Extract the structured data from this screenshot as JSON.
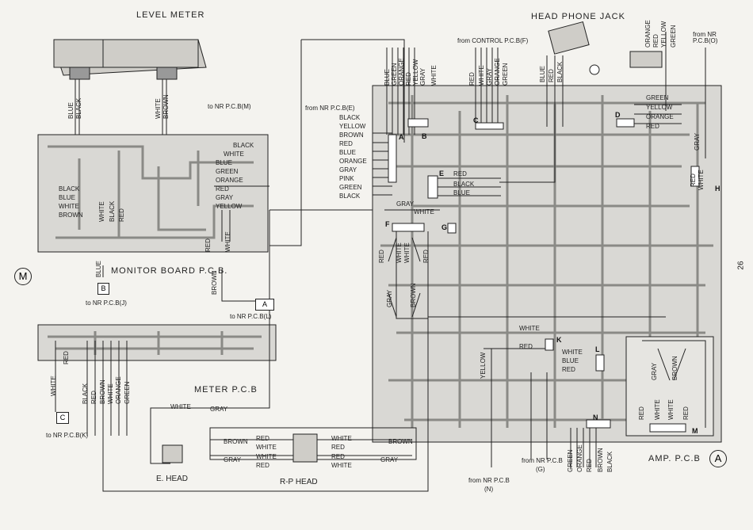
{
  "titles": {
    "level_meter": "LEVEL METER",
    "head_phone_jack": "HEAD PHONE JACK",
    "monitor_board": "MONITOR BOARD P.C.B.",
    "meter_pcb": "METER P.C.B",
    "amp_pcb": "AMP. P.C.B",
    "e_head": "E. HEAD",
    "rp_head": "R-P HEAD",
    "page_number": "26"
  },
  "refs": {
    "to_nr_m": "to NR P.C.B(M)",
    "from_control_f": "from CONTROL P.C.B(F)",
    "from_nr_e": "from NR P.C.B(E)",
    "from_nr_o": "from NR P.C.B(O)",
    "to_nr_j": "to NR P.C.B(J)",
    "to_nr_l": "to NR P.C.B(L)",
    "to_nr_k": "to NR P.C.B(K)",
    "from_nr_g": "from NR P.C.B",
    "from_nr_g_letter": "(G)",
    "from_nr_n": "from NR P.C.B",
    "from_nr_n_letter": "(N)"
  },
  "markers": {
    "m": "M",
    "a": "A",
    "b": "B",
    "c": "C",
    "a_conn": "A",
    "b_conn": "B",
    "c_conn": "C",
    "d_conn": "D",
    "e_conn": "E",
    "f_conn": "F",
    "g_conn": "G",
    "h_conn": "H",
    "k_conn": "K",
    "l_conn": "L",
    "m_conn": "M",
    "n_conn": "N"
  },
  "wires": {
    "level_meter": [
      "BLUE",
      "BLACK",
      "WHITE",
      "BROWN"
    ],
    "connector_a": [
      "BLACK",
      "YELLOW",
      "BROWN",
      "RED",
      "BLUE",
      "ORANGE",
      "GRAY",
      "PINK",
      "GREEN",
      "BLACK"
    ],
    "connector_b": [
      "BLUE",
      "GREEN",
      "ORANGE",
      "RED",
      "YELLOW",
      "GRAY",
      "WHITE"
    ],
    "connector_c": [
      "RED",
      "WHITE",
      "GRAY",
      "ORANGE",
      "GREEN"
    ],
    "headphone": [
      "BLUE",
      "RED",
      "BLACK"
    ],
    "connector_o": [
      "ORANGE",
      "RED",
      "YELLOW",
      "GREEN"
    ],
    "connector_d": [
      "GREEN",
      "YELLOW",
      "ORANGE",
      "RED"
    ],
    "connector_h": [
      "GRAY",
      "RED",
      "WHITE"
    ],
    "connector_e": [
      "RED",
      "BLACK",
      "BLUE"
    ],
    "connector_f": [
      "RED",
      "WHITE",
      "WHITE",
      "RED",
      "GRAY",
      "BROWN"
    ],
    "connector_g": [
      "GRAY",
      "WHITE"
    ],
    "monitor_right": [
      "BLACK",
      "WHITE",
      "BLUE",
      "GREEN",
      "ORANGE",
      "RED",
      "GRAY",
      "YELLOW"
    ],
    "monitor_left": [
      "BLACK",
      "BLUE",
      "WHITE",
      "BROWN"
    ],
    "monitor_bottom": [
      "RED",
      "WHITE",
      "BROWN",
      "BLUE",
      "WHITE",
      "BLACK",
      "RED"
    ],
    "meter": [
      "WHITE",
      "RED",
      "BLACK",
      "RED",
      "BROWN",
      "WHITE",
      "ORANGE",
      "GREEN"
    ],
    "connector_k": [
      "WHITE",
      "RED"
    ],
    "connector_l": [
      "WHITE",
      "BLUE",
      "RED"
    ],
    "yellow": "YELLOW",
    "connector_n": [
      "GREEN",
      "ORANGE",
      "RED",
      "BROWN",
      "BLACK"
    ],
    "amp_bottom": [
      "GRAY",
      "BROWN",
      "RED",
      "WHITE",
      "WHITE",
      "RED"
    ],
    "e_head": [
      "WHITE",
      "GRAY"
    ],
    "rp_head": [
      "BROWN",
      "RED",
      "WHITE",
      "WHITE",
      "RED",
      "GRAY",
      "WHITE",
      "RED",
      "RED",
      "WHITE",
      "BROWN",
      "GRAY"
    ]
  },
  "colors": {
    "ink": "#222222",
    "paper": "#f4f3ef",
    "board": "#d9d8d4",
    "trace": "#8a8a86"
  }
}
